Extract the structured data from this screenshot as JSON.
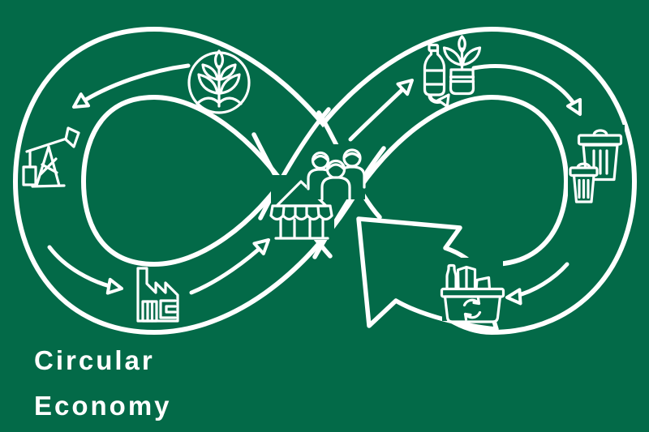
{
  "title": {
    "line1": "Circular",
    "line2": "Economy"
  },
  "colors": {
    "background": "#036A48",
    "line": "#FFFFFF"
  },
  "diagram": {
    "type": "infinity-loop-flow",
    "stages": [
      "oil-pump-icon",
      "seedling-circle-icon",
      "factory-icon",
      "market-stall-icon",
      "consumers-icon",
      "plastic-bottle-icon",
      "bottle-planter-icon",
      "trash-bins-icon",
      "recycling-basket-icon"
    ],
    "flow_arrow_count": 7,
    "large_loop_arrowhead": "points-upper-left-at-center"
  }
}
